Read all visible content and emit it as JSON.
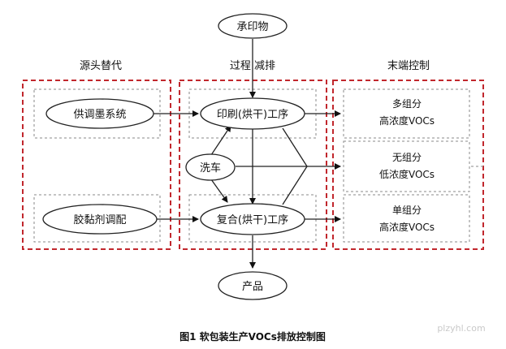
{
  "nodes": {
    "substrate": "承印物",
    "ink_supply": "供调墨系统",
    "printing": "印刷(烘干)工序",
    "washing": "洗车",
    "adhesive": "胶黏剂调配",
    "laminating": "复合(烘干)工序",
    "product": "产品",
    "multi_high": [
      "多组分",
      "高浓度VOCs"
    ],
    "none_low": [
      "无组分",
      "低浓度VOCs"
    ],
    "single_high": [
      "单组分",
      "高浓度VOCs"
    ]
  },
  "headers": {
    "source": "源头替代",
    "process": "过程 减排",
    "end": "末端控制"
  },
  "caption": "图1  软包装生产VOCs排放控制图",
  "watermark": "plzyhl.com",
  "colors": {
    "dash_red": "#c1272d",
    "dash_gray": "#8a8a8a",
    "stroke": "#222222"
  }
}
